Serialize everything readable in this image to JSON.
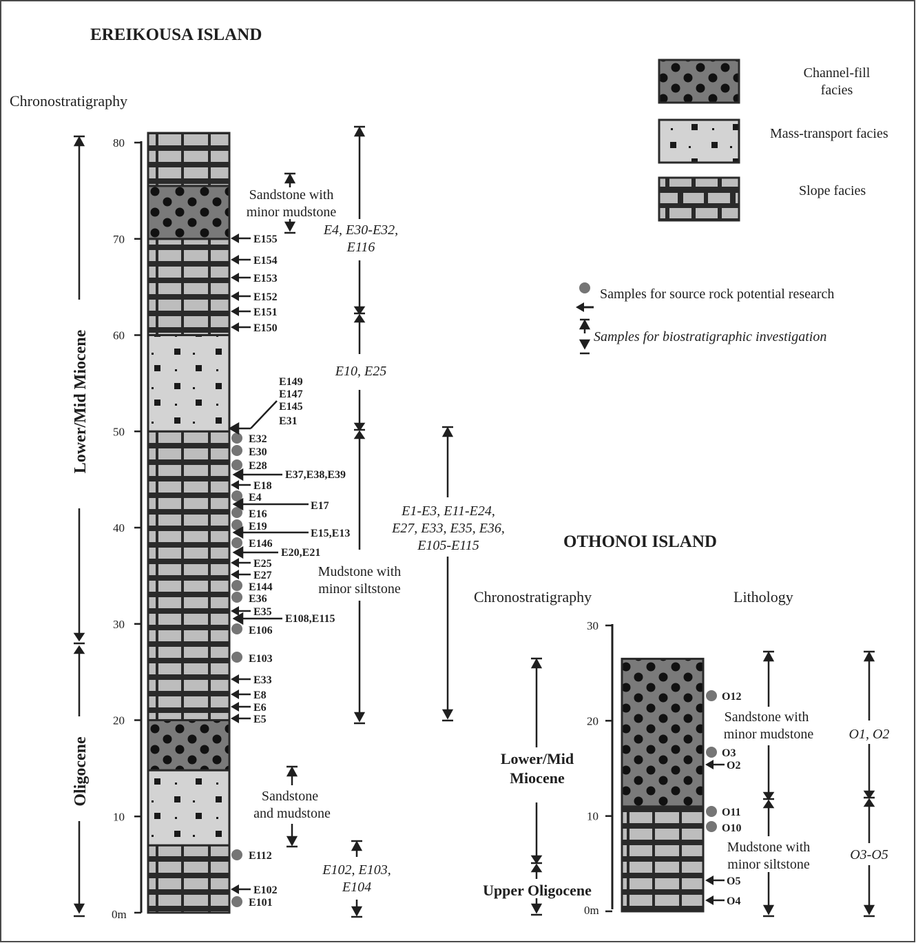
{
  "colors": {
    "line": "#1f1f1f",
    "frame": "#4a4a4a",
    "brick_fill": "#bdbdbd",
    "mortar": "#2a2a2a",
    "channel_fill": "#7a7a7a",
    "channel_dot": "#111111",
    "mass_fill": "#d3d3d3",
    "mass_square": "#1a1a1a",
    "sample_dot": "#757575"
  },
  "icons": {
    "source_rock_sample": "grey-circle-icon",
    "sample_arrow": "left-arrow-icon",
    "biostrat_range": "double-arrow-range-icon"
  },
  "titles": {
    "ereikousa": "EREIKOUSA ISLAND",
    "othonoi": "OTHONOI ISLAND",
    "chrono_e": "Chronostratigraphy",
    "chrono_o": "Chronostratigraphy",
    "lithology_o": "Lithology"
  },
  "legend": {
    "channel_line1": "Channel-fill",
    "channel_line2": "facies",
    "mass": "Mass-transport facies",
    "slope": "Slope facies",
    "source_rock": "Samples for source rock potential research",
    "biostrat": "Samples for biostratigraphic investigation"
  },
  "ereikousa": {
    "scale": {
      "unit_label": "0m",
      "max": 80,
      "ticks": [
        0,
        10,
        20,
        30,
        40,
        50,
        60,
        70,
        80
      ]
    },
    "epochs": {
      "upper": "Lower/Mid Miocene",
      "lower": "Oligocene",
      "boundary_m": 28
    },
    "column": [
      {
        "facies": "slope",
        "from": 0,
        "to": 7
      },
      {
        "facies": "mass",
        "from": 7,
        "to": 14.8
      },
      {
        "facies": "channel",
        "from": 14.8,
        "to": 20
      },
      {
        "facies": "slope",
        "from": 20,
        "to": 50
      },
      {
        "facies": "mass",
        "from": 50,
        "to": 60
      },
      {
        "facies": "slope",
        "from": 60,
        "to": 70
      },
      {
        "facies": "channel",
        "from": 70,
        "to": 75.5
      },
      {
        "facies": "slope",
        "from": 75.5,
        "to": 81
      }
    ],
    "lith_labels": {
      "top_1": "Sandstone with",
      "top_2": "minor mudstone",
      "mid_1": "Mudstone with",
      "mid_2": "minor siltstone",
      "bot_1": "Sandstone",
      "bot_2": "and mudstone"
    },
    "bio_labels": {
      "a1": "E4, E30-E32,",
      "a2": "E116",
      "b1": "E10, E25",
      "c1": "E1-E3, E11-E24,",
      "c2": "E27, E33, E35, E36,",
      "c3": "E105-E115",
      "d1": "E102, E103,",
      "d2": "E104"
    },
    "samples": {
      "E155": "E155",
      "E154": "E154",
      "E153": "E153",
      "E152": "E152",
      "E151": "E151",
      "E150": "E150",
      "E149": "E149",
      "E147": "E147",
      "E145": "E145",
      "E31": "E31",
      "E32": "E32",
      "E30": "E30",
      "E28": "E28",
      "E37": "E37,E38,E39",
      "E18": "E18",
      "E4": "E4",
      "E17": "E17",
      "E16": "E16",
      "E19": "E19",
      "E15": "E15,E13",
      "E146": "E146",
      "E20": "E20,E21",
      "E25": "E25",
      "E27": "E27",
      "E144": "E144",
      "E36": "E36",
      "E35": "E35",
      "E108": "E108,E115",
      "E106": "E106",
      "E103": "E103",
      "E33": "E33",
      "E8": "E8",
      "E6": "E6",
      "E5": "E5",
      "E112": "E112",
      "E102": "E102",
      "E101": "E101"
    }
  },
  "othonoi": {
    "scale": {
      "unit_label": "0m",
      "max": 30,
      "ticks": [
        0,
        10,
        20,
        30
      ]
    },
    "epochs": {
      "upper_1": "Lower/Mid",
      "upper_2": "Miocene",
      "lower": "Upper Oligocene"
    },
    "column": [
      {
        "facies": "slope",
        "from": 0,
        "to": 11
      },
      {
        "facies": "channel",
        "from": 11,
        "to": 26.5
      }
    ],
    "lith_labels": {
      "top_1": "Sandstone with",
      "top_2": "minor mudstone",
      "bot_1": "Mudstone with",
      "bot_2": "minor siltstone"
    },
    "bio_labels": {
      "top": "O1, O2",
      "bot": "O3-O5"
    },
    "samples": {
      "O12": "O12",
      "O3": "O3",
      "O2": "O2",
      "O11": "O11",
      "O10": "O10",
      "O5": "O5",
      "O4": "O4"
    }
  }
}
